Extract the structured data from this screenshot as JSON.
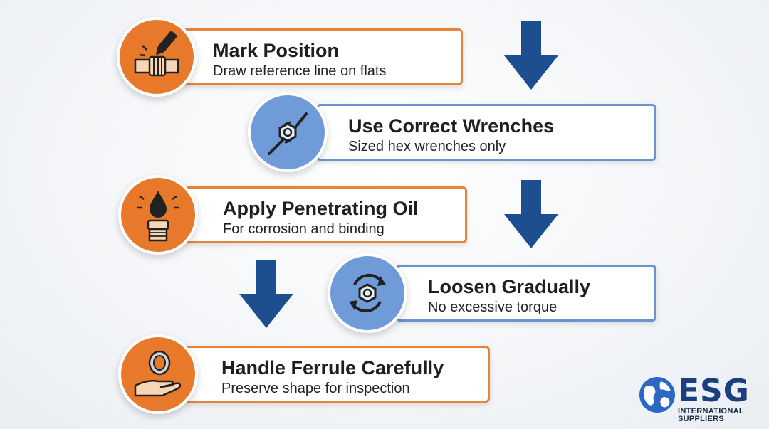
{
  "steps": [
    {
      "title": "Mark Position",
      "subtitle": "Draw reference line on flats",
      "icon": "marker-pen-icon",
      "color": "orange"
    },
    {
      "title": "Use Correct Wrenches",
      "subtitle": "Sized hex wrenches only",
      "icon": "wrench-hex-nut-icon",
      "color": "blue"
    },
    {
      "title": "Apply Penetrating Oil",
      "subtitle": "For corrosion and binding",
      "icon": "oil-drop-fitting-icon",
      "color": "orange"
    },
    {
      "title": "Loosen Gradually",
      "subtitle": "No excessive torque",
      "icon": "rotate-hex-nut-icon",
      "color": "blue"
    },
    {
      "title": "Handle Ferrule Carefully",
      "subtitle": "Preserve shape for inspection",
      "icon": "hand-ferrule-icon",
      "color": "orange"
    }
  ],
  "colors": {
    "orange": "#e8792b",
    "blue": "#6f9bd9",
    "arrow": "#1d4e8f",
    "brand": "#1a3e7e"
  },
  "logo": {
    "brand": "ESG",
    "line1": "INTERNATIONAL",
    "line2": "SUPPLIERS",
    "icon": "globe-icon"
  }
}
